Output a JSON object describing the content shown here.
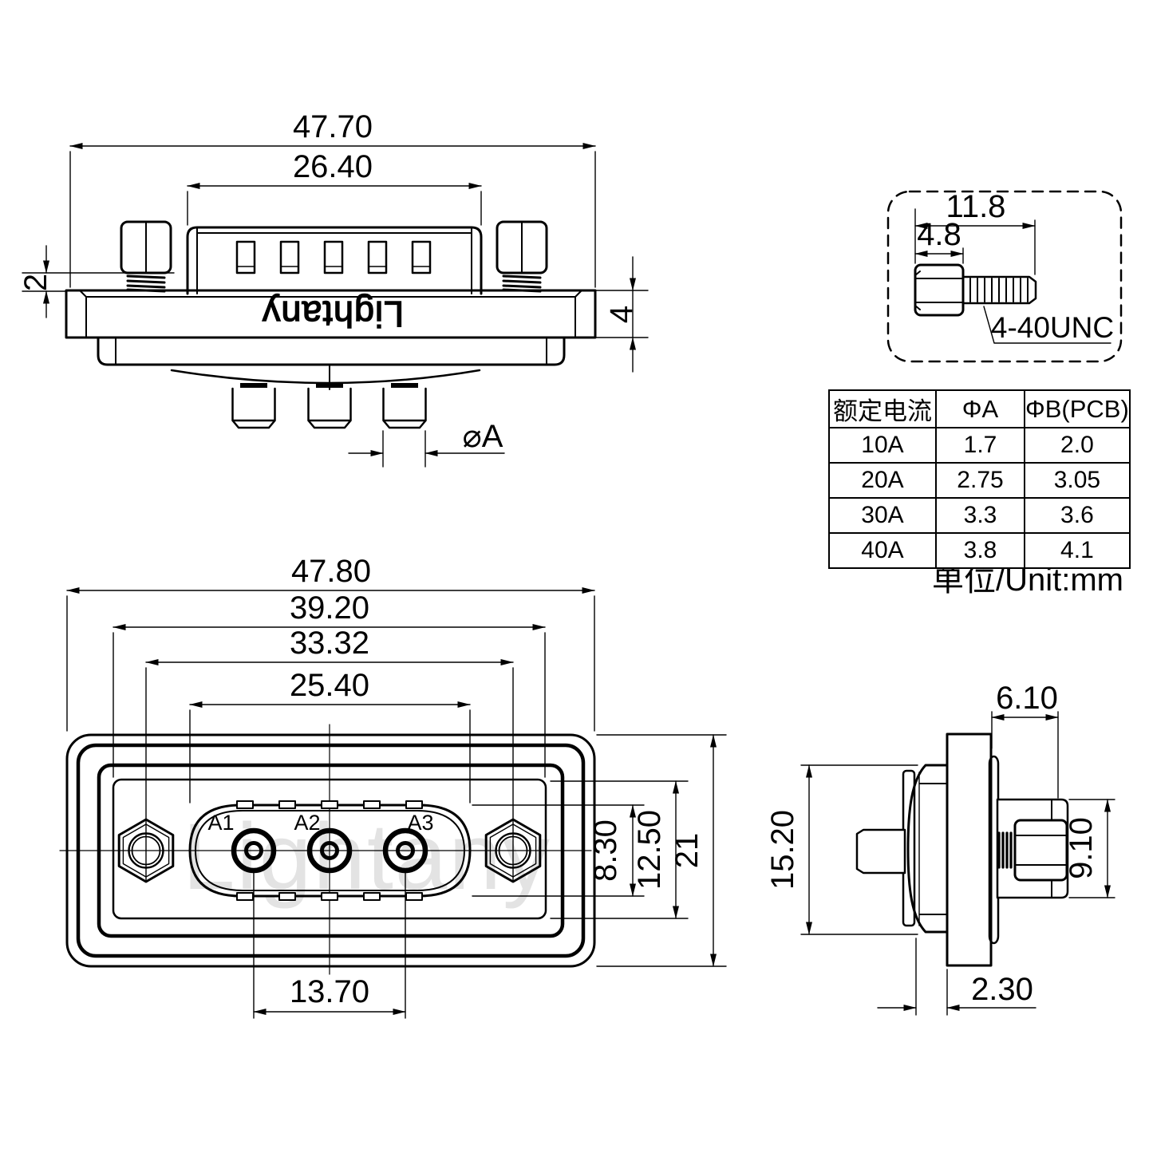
{
  "brand_logo": "Lightany",
  "watermark": "Lightany",
  "unit_note": "单位/Unit:mm",
  "top_view": {
    "dim_overall_width": "47.70",
    "dim_shell_width": "26.40",
    "dim_washer_gap": "2",
    "dim_flange_thickness": "4",
    "pin_diameter_label": "⌀A"
  },
  "screw_detail": {
    "dim_total_length": "11.8",
    "dim_head_length": "4.8",
    "thread_spec": "4-40UNC"
  },
  "spec_table": {
    "col_headers": [
      "额定电流",
      "ΦA",
      "ΦB(PCB)"
    ],
    "rows": [
      [
        "10A",
        "1.7",
        "2.0"
      ],
      [
        "20A",
        "2.75",
        "3.05"
      ],
      [
        "30A",
        "3.3",
        "3.6"
      ],
      [
        "40A",
        "3.8",
        "4.1"
      ]
    ]
  },
  "front_view": {
    "dim_overall_width": "47.80",
    "dim_boss_width": "39.20",
    "dim_mount_hole_spacing": "33.32",
    "dim_cutout_width": "25.40",
    "dim_pin_span": "13.70",
    "dim_cutout_height": "8.30",
    "dim_insert_height": "12.50",
    "dim_overall_height": "21",
    "pin_labels": [
      "A1",
      "A2",
      "A3"
    ]
  },
  "side_view": {
    "dim_screw_protrusion": "6.10",
    "dim_shell_height": "15.20",
    "dim_standoff_height": "9.10",
    "dim_panel_step": "2.30"
  }
}
